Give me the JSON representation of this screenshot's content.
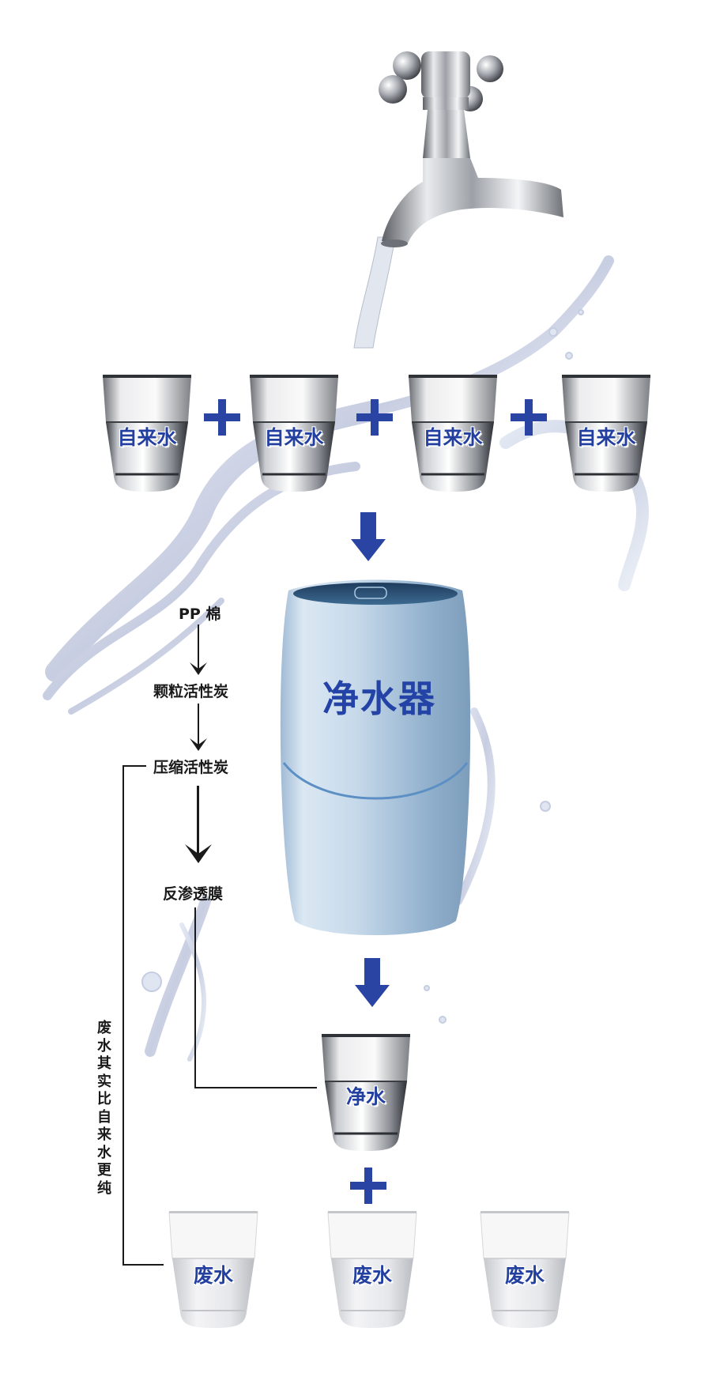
{
  "diagram": {
    "title": "净水器",
    "input": {
      "glasses": [
        {
          "label": "自来水"
        },
        {
          "label": "自来水"
        },
        {
          "label": "自来水"
        },
        {
          "label": "自来水"
        }
      ],
      "operator": "+"
    },
    "device": {
      "label": "净水器"
    },
    "filter_stages": [
      {
        "label": "PP 棉"
      },
      {
        "label": "颗粒活性炭"
      },
      {
        "label": "压缩活性炭"
      },
      {
        "label": "反渗透膜"
      }
    ],
    "output": {
      "clean": {
        "label": "净水"
      },
      "operator": "+",
      "waste": [
        {
          "label": "废水"
        },
        {
          "label": "废水"
        },
        {
          "label": "废水"
        }
      ]
    },
    "annotation": "废水其实比自来水更纯",
    "colors": {
      "accent_blue": "#2a44a3",
      "label_blue": "#2340a0",
      "text_dark": "#1a1a1a",
      "purifier_body": "#b9d2e6"
    }
  }
}
